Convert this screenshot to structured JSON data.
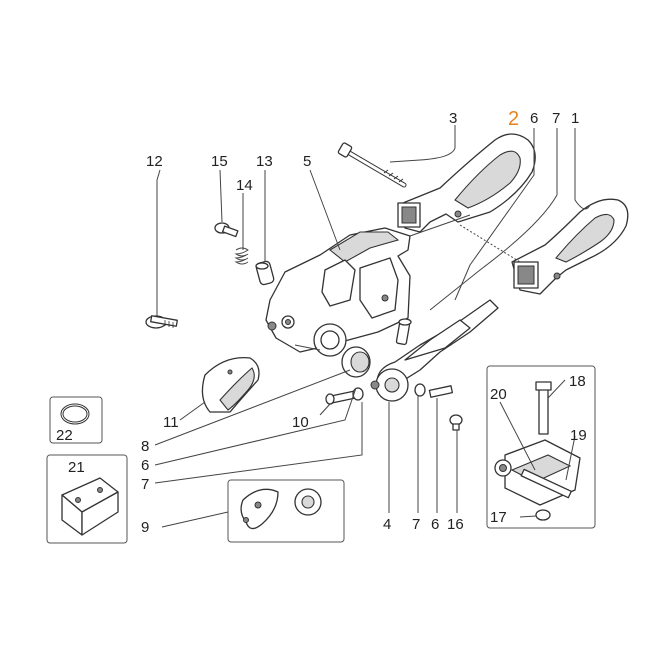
{
  "highlight_color": "#e8821e",
  "label_color": "#222222",
  "callouts": [
    {
      "id": "c1",
      "text": "1",
      "highlight": false
    },
    {
      "id": "c2",
      "text": "2",
      "highlight": true
    },
    {
      "id": "c3",
      "text": "3",
      "highlight": false
    },
    {
      "id": "c4",
      "text": "4",
      "highlight": false
    },
    {
      "id": "c5",
      "text": "5",
      "highlight": false
    },
    {
      "id": "c6a",
      "text": "6",
      "highlight": false
    },
    {
      "id": "c6b",
      "text": "6",
      "highlight": false
    },
    {
      "id": "c6c",
      "text": "6",
      "highlight": false
    },
    {
      "id": "c7a",
      "text": "7",
      "highlight": false
    },
    {
      "id": "c7b",
      "text": "7",
      "highlight": false
    },
    {
      "id": "c7c",
      "text": "7",
      "highlight": false
    },
    {
      "id": "c8",
      "text": "8",
      "highlight": false
    },
    {
      "id": "c9",
      "text": "9",
      "highlight": false
    },
    {
      "id": "c10",
      "text": "10",
      "highlight": false
    },
    {
      "id": "c11",
      "text": "11",
      "highlight": false
    },
    {
      "id": "c12",
      "text": "12",
      "highlight": false
    },
    {
      "id": "c13",
      "text": "13",
      "highlight": false
    },
    {
      "id": "c14",
      "text": "14",
      "highlight": false
    },
    {
      "id": "c15",
      "text": "15",
      "highlight": false
    },
    {
      "id": "c16",
      "text": "16",
      "highlight": false
    },
    {
      "id": "c17",
      "text": "17",
      "highlight": false
    },
    {
      "id": "c18",
      "text": "18",
      "highlight": false
    },
    {
      "id": "c19",
      "text": "19",
      "highlight": false
    },
    {
      "id": "c20",
      "text": "20",
      "highlight": false
    },
    {
      "id": "c21",
      "text": "21",
      "highlight": false
    },
    {
      "id": "c22",
      "text": "22",
      "highlight": false
    }
  ]
}
